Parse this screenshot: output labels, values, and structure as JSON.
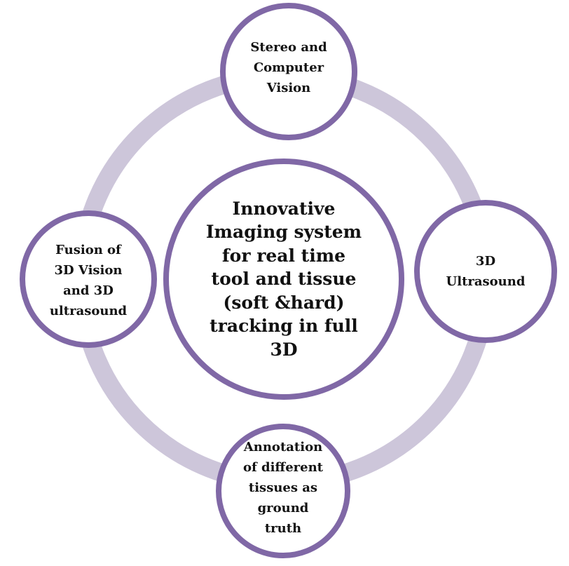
{
  "colors": {
    "ring": "#cdc6da",
    "node_border": "#8068a6",
    "node_fill": "#ffffff",
    "text": "#111111"
  },
  "center": {
    "text": "Innovative\nImaging system\nfor real time\ntool and tissue\n(soft &hard)\ntracking in full\n3D"
  },
  "nodes": [
    {
      "text": "Stereo and\nComputer\nVision"
    },
    {
      "text": "3D\nUltrasound"
    },
    {
      "text": "Annotation\nof different\ntissues as\nground\ntruth"
    },
    {
      "text": "Fusion of\n3D Vision\nand 3D\nultrasound"
    }
  ]
}
